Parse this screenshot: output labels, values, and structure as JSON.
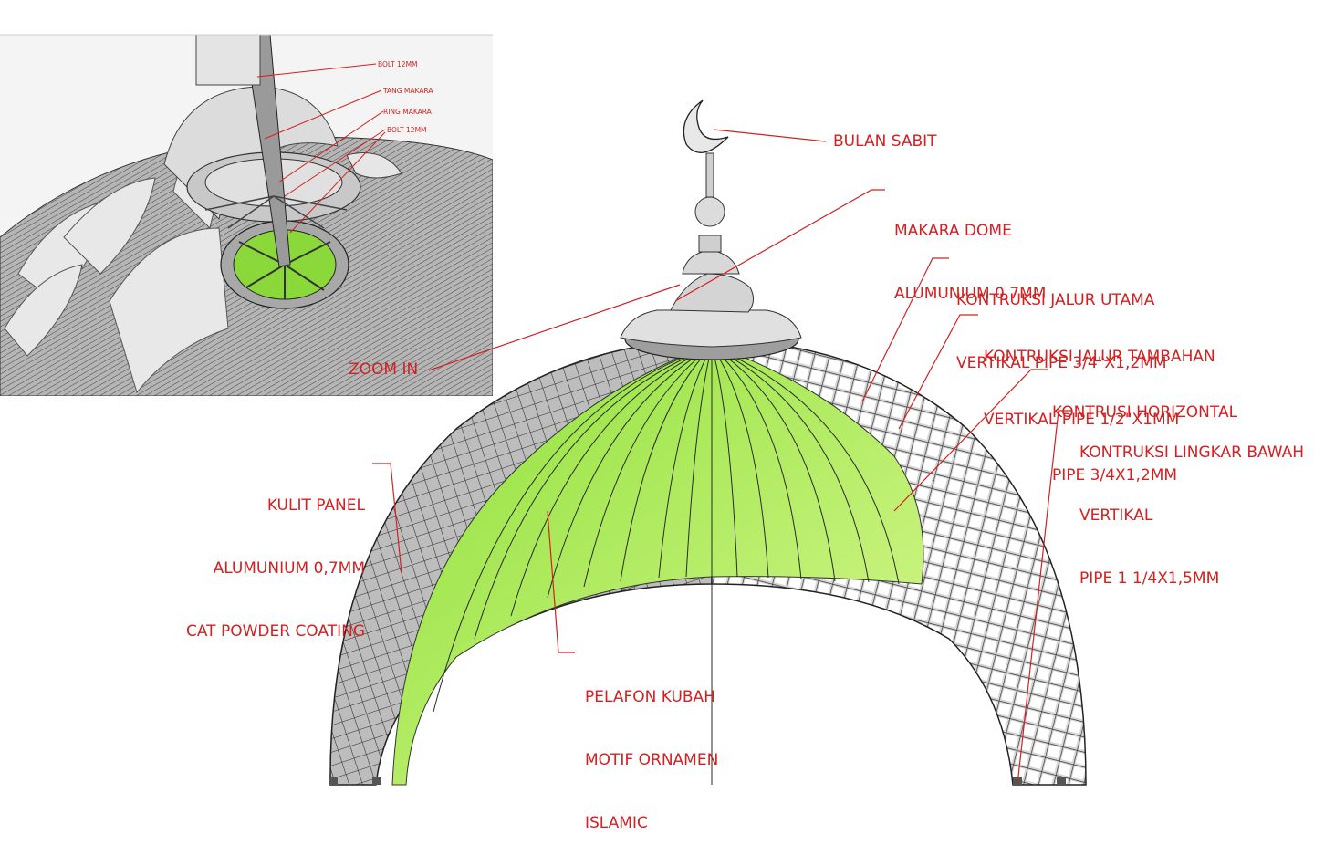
{
  "inset": {
    "labels": {
      "bolt_top": "BOLT 12MM",
      "tang_makara": "TANG MAKARA",
      "ring_makara": "RING MAKARA",
      "bolt_bottom": "BOLT 12MM"
    },
    "zoom_label": "ZOOM IN"
  },
  "callouts": {
    "bulan_sabit": "BULAN SABIT",
    "makara_dome": [
      "MAKARA DOME",
      "ALUMUNIUM 0,7MM"
    ],
    "jalur_utama": [
      "KONTRUKSI JALUR UTAMA",
      "VERTIKAL PIPE 3/4\"X1,2MM"
    ],
    "jalur_tambahan": [
      "KONTRUKSI JALUR TAMBAHAN",
      "VERTIKAL PIPE 1/2\"X1MM"
    ],
    "horizontal": [
      "KONTRUSI HORIZONTAL",
      "PIPE 3/4X1,2MM"
    ],
    "lingkar_bawah": [
      "KONTRUKSI LINGKAR BAWAH",
      "VERTIKAL",
      "PIPE 1 1/4X1,5MM"
    ],
    "kulit_panel": [
      "KULIT PANEL",
      "ALUMUNIUM 0,7MM",
      "CAT POWDER COATING"
    ],
    "pelafon": [
      "PELAFON KUBAH",
      "MOTIF ORNAMEN",
      "ISLAMIC"
    ]
  },
  "colors": {
    "annotation": "#d42020",
    "ceiling_green": "#b8f060",
    "frame_grey": "#9a9a9a"
  }
}
